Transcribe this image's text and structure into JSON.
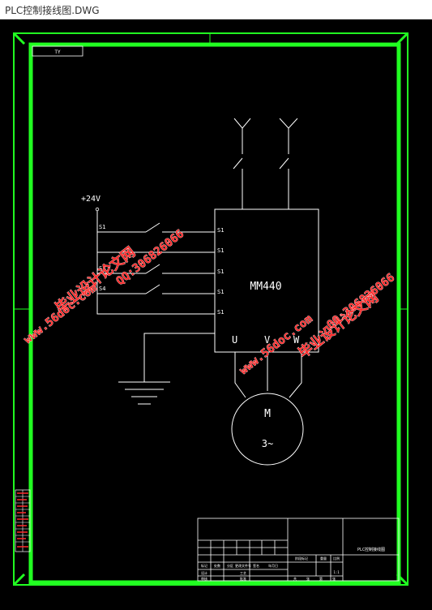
{
  "window": {
    "title": "PLC控制接线图.DWG"
  },
  "colors": {
    "frame": "#21ff21",
    "line": "#ffffff",
    "canvas": "#000000",
    "watermark": "#ff2a2a"
  },
  "drawing": {
    "corner_tag": "TY",
    "supply_label": "+24V",
    "inputs": [
      "S1",
      "S1",
      "S1",
      "S1",
      "S1"
    ],
    "switch_labels": [
      "S1",
      "S3",
      "S4"
    ],
    "inverter_name": "MM440",
    "terminal_u": "U",
    "terminal_v": "V",
    "terminal_w": "W",
    "motor_label": "M",
    "motor_phase": "3~"
  },
  "watermarks": {
    "qq_text": "QQ:306826066",
    "site_text": "www.56doc.com",
    "cn_text": "毕业设计论文网"
  },
  "title_block": {
    "drawing_name": "PLC控制接线图",
    "cells": [
      "标记",
      "处数",
      "分区",
      "更改文件号",
      "签名",
      "年月日",
      "设计",
      "审核",
      "工艺",
      "批准",
      "阶段标记",
      "重量",
      "比例",
      "共",
      "张",
      "第",
      "张",
      "1:1"
    ]
  }
}
